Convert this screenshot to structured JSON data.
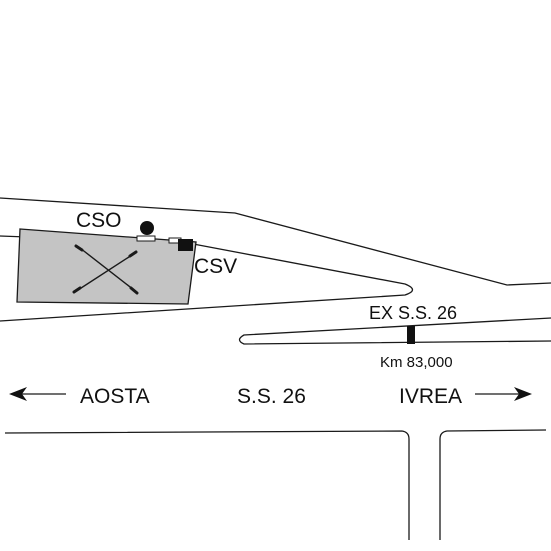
{
  "labels": {
    "cso": "CSO",
    "csv": "CSV",
    "ex_road": "EX S.S. 26",
    "km_marker": "Km 83,000",
    "road": "S.S. 26",
    "west_destination": "AOSTA",
    "east_destination": "IVREA"
  },
  "colors": {
    "background": "#ffffff",
    "road_line": "#1a1a1a",
    "site_fill": "#c4c4c4",
    "marker_fill": "#111111"
  },
  "icons": {
    "site_symbol": "crossed-tools-icon",
    "cso_marker": "filled-circle-icon",
    "csv_marker": "filled-square-icon",
    "directions": [
      "arrow-left-icon",
      "arrow-right-icon"
    ]
  }
}
